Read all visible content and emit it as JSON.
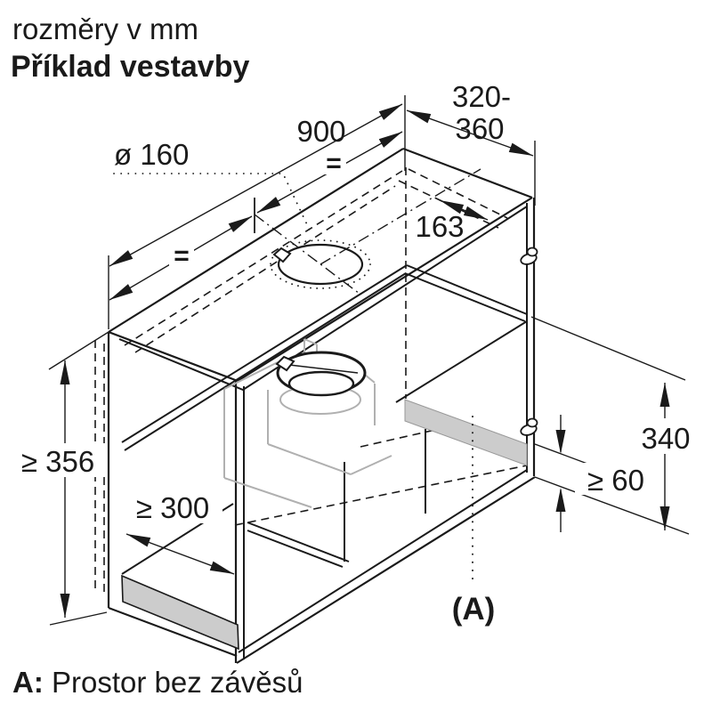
{
  "header": {
    "units_note": "rozměry v mm",
    "title": "Příklad vestavby"
  },
  "dimensions": {
    "width": "900",
    "depth_line1": "320-",
    "depth_line2": "360",
    "duct_diameter": "ø 160",
    "duct_front_offset": "163",
    "min_height_left": "≥ 356",
    "min_depth_clearance": "≥ 300",
    "right_height": "340",
    "min_bottom_gap": "≥ 60",
    "equal_left": "=",
    "equal_right": "="
  },
  "annotation": {
    "marker": "(A)"
  },
  "footer": {
    "key": "A:",
    "text": " Prostor bez závěsů"
  },
  "colors": {
    "line": "#1a1a1a",
    "hood_outline": "#b0b0b0",
    "shaded_area": "#cccccc",
    "background": "#ffffff"
  }
}
